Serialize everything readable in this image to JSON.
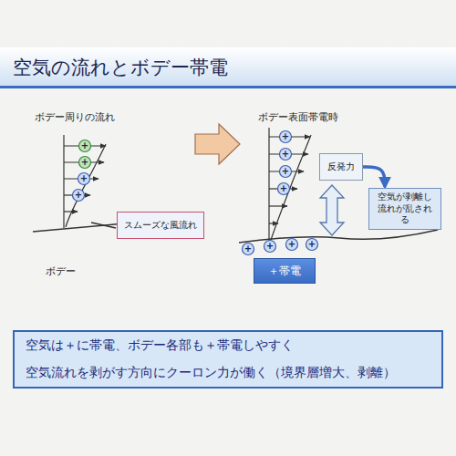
{
  "diagram": {
    "title": "空気の流れとボデー帯電",
    "nodes": [
      {
        "text": [
          "スムーズな風流れ"
        ]
      },
      {
        "text": [
          "反発力"
        ]
      },
      {
        "text": [
          "空気が剥離し流れが乱される"
        ]
      },
      {
        "text": [
          "＋帯電"
        ]
      },
      {
        "text": [
          "空気は＋に帯電、ボデー各部も＋帯電しやすく",
          "空気流れを剥がす方向にクーロン力が働く（境界層増大、剥離）"
        ]
      }
    ],
    "edges": [
      {
        "from": 1,
        "to": 2,
        "arrow": "to"
      }
    ],
    "labels": [
      "ボデー周りの流れ",
      "ボデー",
      "+",
      "+",
      "+",
      "+",
      "ボデー表面帯電時",
      "+",
      "+",
      "+",
      "+",
      "+",
      "+",
      "+",
      "+"
    ]
  }
}
